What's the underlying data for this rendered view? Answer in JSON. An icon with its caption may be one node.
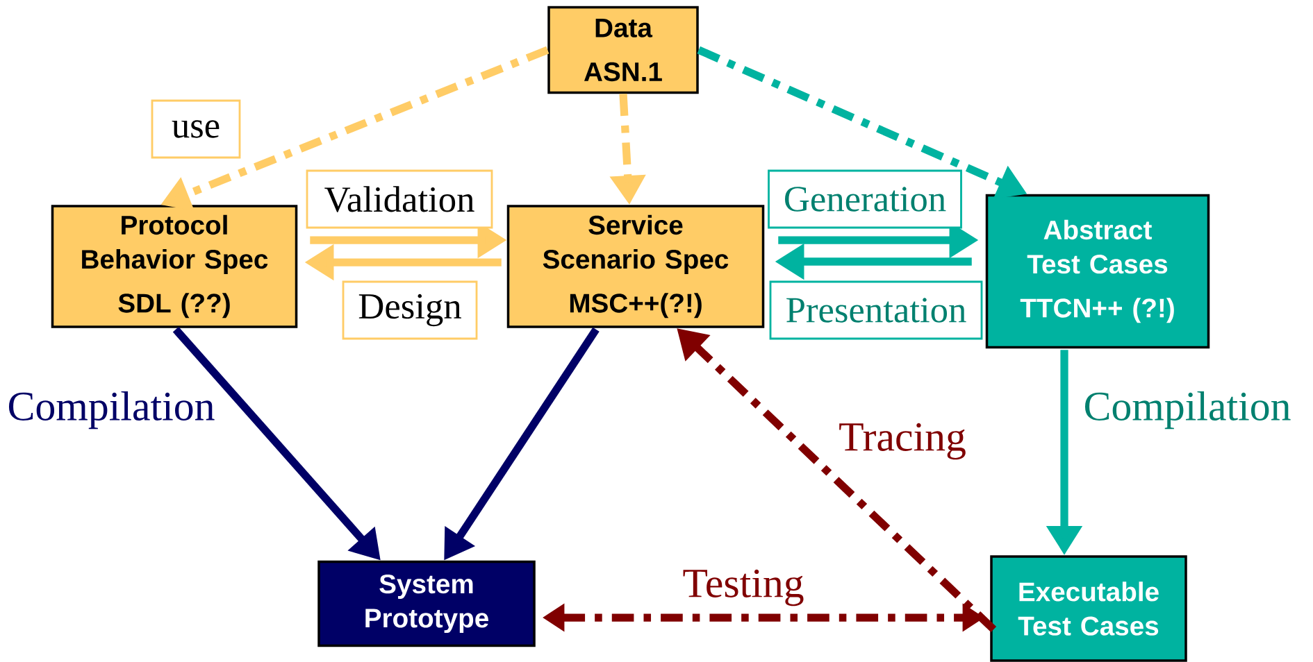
{
  "diagram": {
    "nodes": [
      {
        "text": [
          "Data",
          "ASN.1"
        ]
      },
      {
        "text": [
          "Protocol Behavior Spec",
          "SDL (??)"
        ]
      },
      {
        "text": [
          "Service Scenario Spec",
          "MSC++(?!)"
        ]
      },
      {
        "text": [
          "Abstract Test Cases",
          "TTCN++ (?!)"
        ]
      },
      {
        "text": [
          "System Prototype"
        ]
      },
      {
        "text": [
          "Executable Test Cases"
        ]
      }
    ],
    "edges": [
      {
        "from": 0,
        "to": 1,
        "arrow": "to",
        "label": "use",
        "style": "dashed",
        "color": "#ffcc66"
      },
      {
        "from": 0,
        "to": 2,
        "arrow": "to",
        "style": "dashed",
        "color": "#ffcc66"
      },
      {
        "from": 0,
        "to": 3,
        "arrow": "to",
        "style": "dashed",
        "color": "#00b3a0"
      },
      {
        "from": 1,
        "to": 2,
        "arrow": "to",
        "label": "Validation",
        "color": "#ffcc66"
      },
      {
        "from": 2,
        "to": 1,
        "arrow": "to",
        "label": "Design",
        "color": "#ffcc66"
      },
      {
        "from": 2,
        "to": 3,
        "arrow": "to",
        "label": "Generation",
        "color": "#00b3a0"
      },
      {
        "from": 3,
        "to": 2,
        "arrow": "to",
        "label": "Presentation",
        "color": "#00b3a0"
      },
      {
        "from": 1,
        "to": 4,
        "arrow": "to",
        "label": "Compilation",
        "color": "#000066"
      },
      {
        "from": 2,
        "to": 4,
        "arrow": "to",
        "color": "#000066"
      },
      {
        "from": 3,
        "to": 5,
        "arrow": "to",
        "label": "Compilation",
        "color": "#00b3a0"
      },
      {
        "from": 5,
        "to": 2,
        "arrow": "to",
        "label": "Tracing",
        "style": "dashed",
        "color": "#800000"
      },
      {
        "from": 4,
        "to": 5,
        "arrow": "both",
        "label": "Testing",
        "style": "dashed",
        "color": "#800000"
      }
    ]
  }
}
